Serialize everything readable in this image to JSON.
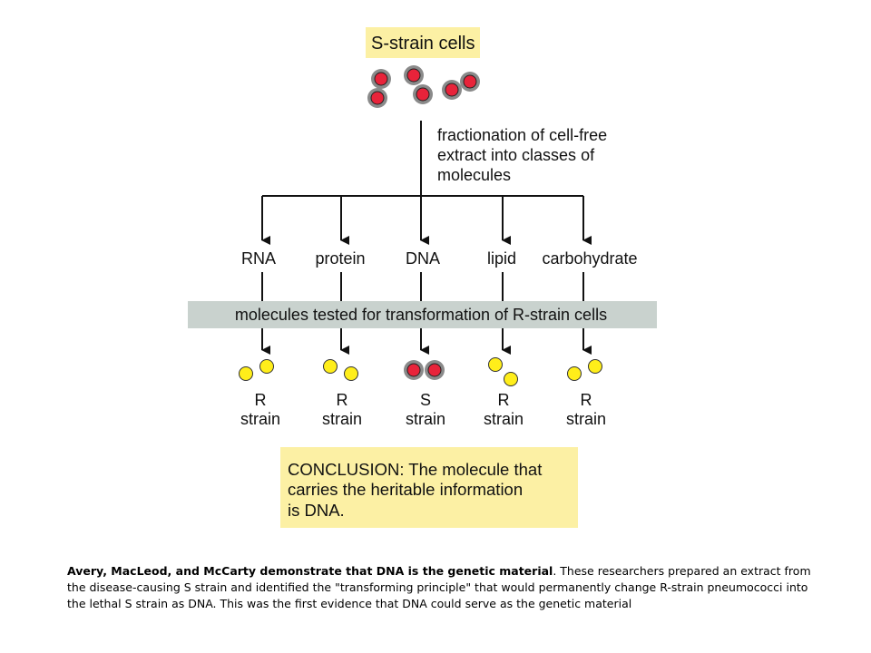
{
  "title": "S-strain cells",
  "step_label": [
    "fractionation of cell-free",
    "extract into classes of",
    "molecules"
  ],
  "fractions": [
    {
      "name": "RNA",
      "result_letter": "R",
      "result_word": "strain",
      "transformed": false
    },
    {
      "name": "protein",
      "result_letter": "R",
      "result_word": "strain",
      "transformed": false
    },
    {
      "name": "DNA",
      "result_letter": "S",
      "result_word": "strain",
      "transformed": true
    },
    {
      "name": "lipid",
      "result_letter": "R",
      "result_word": "strain",
      "transformed": false
    },
    {
      "name": "carbohydrate",
      "result_letter": "R",
      "result_word": "strain",
      "transformed": false
    }
  ],
  "test_bar": "molecules tested for transformation of R-strain cells",
  "conclusion": [
    "CONCLUSION: The molecule that",
    "carries the heritable information",
    "is DNA."
  ],
  "caption": {
    "bold": "Avery, MacLeod, and McCarty demonstrate that DNA is the genetic material",
    "text": ". These researchers prepared an extract from the disease-causing S strain and identified the \"transforming principle\" that would permanently change R-strain pneumococci into the lethal S strain as DNA.  This was the first evidence that DNA could serve as the genetic material"
  },
  "colors": {
    "box_yellow": "#fcf0a4",
    "bar_gray": "#c9d2ce",
    "s_cell_red": "#e8233a",
    "s_capsule": "#8a8a8a",
    "r_cell_yellow": "#ffee1a"
  }
}
